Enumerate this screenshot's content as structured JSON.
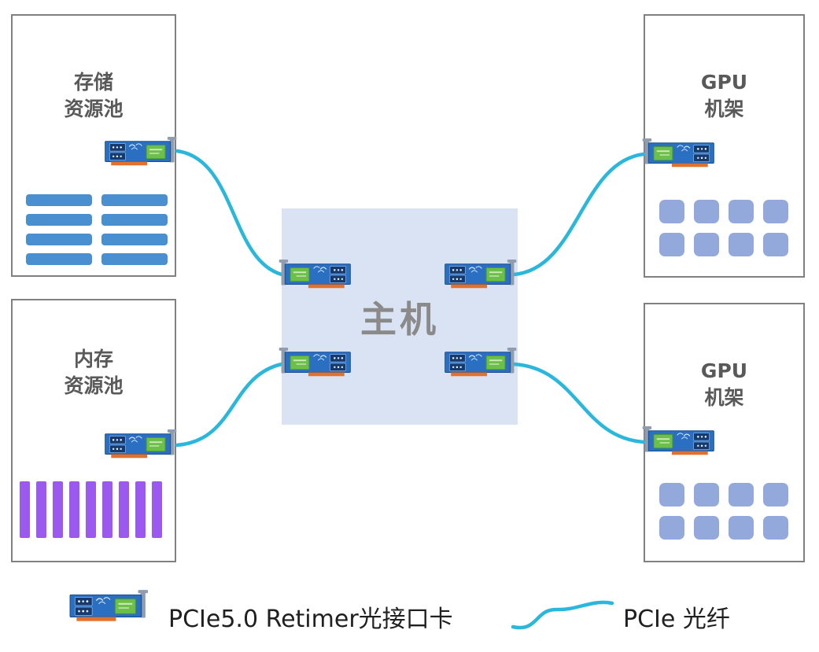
{
  "colors": {
    "fiber": "#2bb7dc",
    "host_fill": "#dae3f3",
    "storage_bar": "#4a90d0",
    "memory_bar": "#9c59f0",
    "gpu_square": "#93a9dc",
    "box_border": "#808080",
    "title_text": "#595959",
    "host_text": "#8a8a8a",
    "legend_text": "#202020"
  },
  "host": {
    "label": "主机"
  },
  "storage_pool": {
    "title": "存储\n资源池",
    "bar_count": 8
  },
  "memory_pool": {
    "title": "内存\n资源池",
    "bar_count": 9
  },
  "gpu_rack_top": {
    "title": "GPU\n机架",
    "square_count": 8
  },
  "gpu_rack_bottom": {
    "title": "GPU\n机架",
    "square_count": 8
  },
  "legend": {
    "retimer_label": "PCIe5.0 Retimer光接口卡",
    "fiber_label": "PCIe 光纤"
  }
}
